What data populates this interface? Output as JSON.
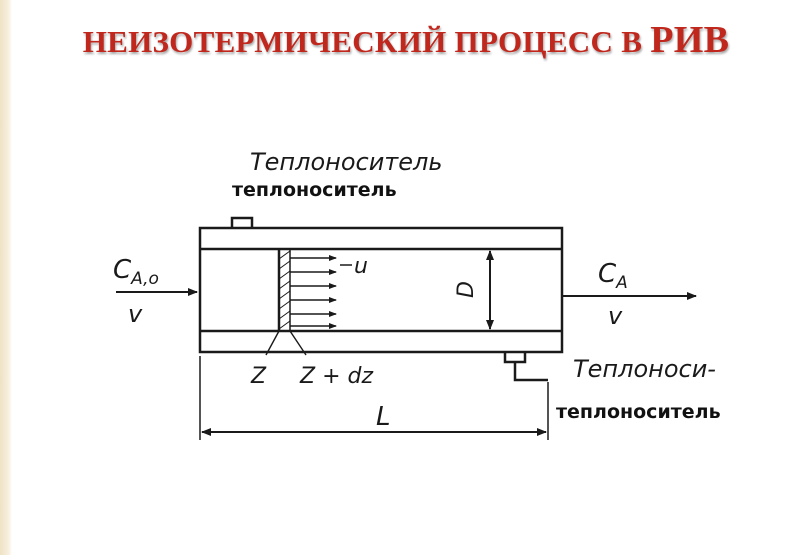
{
  "slide": {
    "title_main": "НЕИЗОТЕРМИЧЕСКИЙ ПРОЦЕСС В ",
    "title_tail": "РИВ"
  },
  "diagram": {
    "coolant_inlet_handwritten": "Теплоноситель",
    "coolant_inlet_label": "теплоноситель",
    "coolant_outlet_handwritten": "Теплоноси-",
    "coolant_outlet_label": "теплоноситель",
    "inlet_concentration_symbol": "C",
    "inlet_concentration_subscript": "A,o",
    "inlet_flow_symbol": "v",
    "outlet_concentration_symbol": "C",
    "outlet_concentration_subscript": "A",
    "outlet_flow_symbol": "v",
    "velocity_symbol": "u",
    "diameter_symbol": "D",
    "length_symbol": "L",
    "section_start_symbol": "Z",
    "section_end_symbol": "Z + dz"
  }
}
